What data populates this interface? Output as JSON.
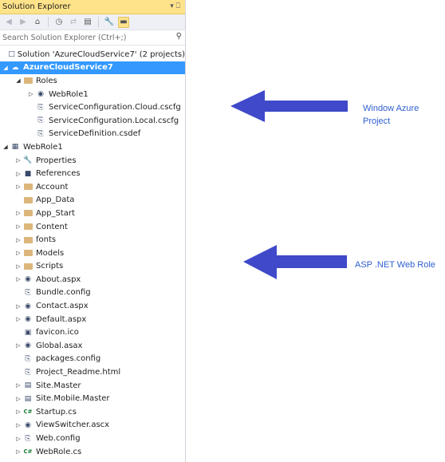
{
  "panel": {
    "title": "Solution Explorer",
    "pin_glyphs": "▾ ⎕",
    "search_placeholder": "Search Solution Explorer (Ctrl+;)"
  },
  "tree": [
    {
      "label": "Solution 'AzureCloudService7' (2 projects)",
      "icon": "solution-icon",
      "depth": 0,
      "expander": ""
    },
    {
      "label": "AzureCloudService7",
      "icon": "cloud-service-icon",
      "depth": 0,
      "expander": "◢",
      "selected": true
    },
    {
      "label": "Roles",
      "icon": "folder-icon",
      "depth": 1,
      "expander": "◢"
    },
    {
      "label": "WebRole1",
      "icon": "web-role-icon",
      "depth": 2,
      "expander": "▷"
    },
    {
      "label": "ServiceConfiguration.Cloud.cscfg",
      "icon": "config-file-icon",
      "depth": 2,
      "expander": ""
    },
    {
      "label": "ServiceConfiguration.Local.cscfg",
      "icon": "config-file-icon",
      "depth": 2,
      "expander": ""
    },
    {
      "label": "ServiceDefinition.csdef",
      "icon": "definition-file-icon",
      "depth": 2,
      "expander": ""
    },
    {
      "label": "WebRole1",
      "icon": "web-project-icon",
      "depth": 0,
      "expander": "◢"
    },
    {
      "label": "Properties",
      "icon": "wrench-icon",
      "depth": 1,
      "expander": "▷"
    },
    {
      "label": "References",
      "icon": "references-icon",
      "depth": 1,
      "expander": "▷"
    },
    {
      "label": "Account",
      "icon": "folder-icon",
      "depth": 1,
      "expander": "▷"
    },
    {
      "label": "App_Data",
      "icon": "folder-icon",
      "depth": 1,
      "expander": ""
    },
    {
      "label": "App_Start",
      "icon": "folder-icon",
      "depth": 1,
      "expander": "▷"
    },
    {
      "label": "Content",
      "icon": "folder-icon",
      "depth": 1,
      "expander": "▷"
    },
    {
      "label": "fonts",
      "icon": "folder-icon",
      "depth": 1,
      "expander": "▷"
    },
    {
      "label": "Models",
      "icon": "folder-icon",
      "depth": 1,
      "expander": "▷"
    },
    {
      "label": "Scripts",
      "icon": "folder-icon",
      "depth": 1,
      "expander": "▷"
    },
    {
      "label": "About.aspx",
      "icon": "aspx-file-icon",
      "depth": 1,
      "expander": "▷"
    },
    {
      "label": "Bundle.config",
      "icon": "config-file-icon",
      "depth": 1,
      "expander": ""
    },
    {
      "label": "Contact.aspx",
      "icon": "aspx-file-icon",
      "depth": 1,
      "expander": "▷"
    },
    {
      "label": "Default.aspx",
      "icon": "aspx-file-icon",
      "depth": 1,
      "expander": "▷"
    },
    {
      "label": "favicon.ico",
      "icon": "image-file-icon",
      "depth": 1,
      "expander": ""
    },
    {
      "label": "Global.asax",
      "icon": "asax-file-icon",
      "depth": 1,
      "expander": "▷"
    },
    {
      "label": "packages.config",
      "icon": "config-file-icon",
      "depth": 1,
      "expander": ""
    },
    {
      "label": "Project_Readme.html",
      "icon": "html-file-icon",
      "depth": 1,
      "expander": ""
    },
    {
      "label": "Site.Master",
      "icon": "master-page-icon",
      "depth": 1,
      "expander": "▷"
    },
    {
      "label": "Site.Mobile.Master",
      "icon": "master-page-icon",
      "depth": 1,
      "expander": "▷"
    },
    {
      "label": "Startup.cs",
      "icon": "csharp-file-icon",
      "depth": 1,
      "expander": "▷"
    },
    {
      "label": "ViewSwitcher.ascx",
      "icon": "user-control-icon",
      "depth": 1,
      "expander": "▷"
    },
    {
      "label": "Web.config",
      "icon": "config-file-icon",
      "depth": 1,
      "expander": "▷"
    },
    {
      "label": "WebRole.cs",
      "icon": "csharp-file-icon",
      "depth": 1,
      "expander": "▷"
    }
  ],
  "annotations": [
    {
      "line1": "Window Azure",
      "line2": "Project"
    },
    {
      "line1": "ASP .NET Web Role",
      "line2": ""
    }
  ],
  "colors": {
    "title_bg": "#ffe38a",
    "selection": "#3399ff",
    "arrow": "#3f49c9",
    "annotation_text": "#2e5fd1",
    "folder": "#dcb67a"
  }
}
